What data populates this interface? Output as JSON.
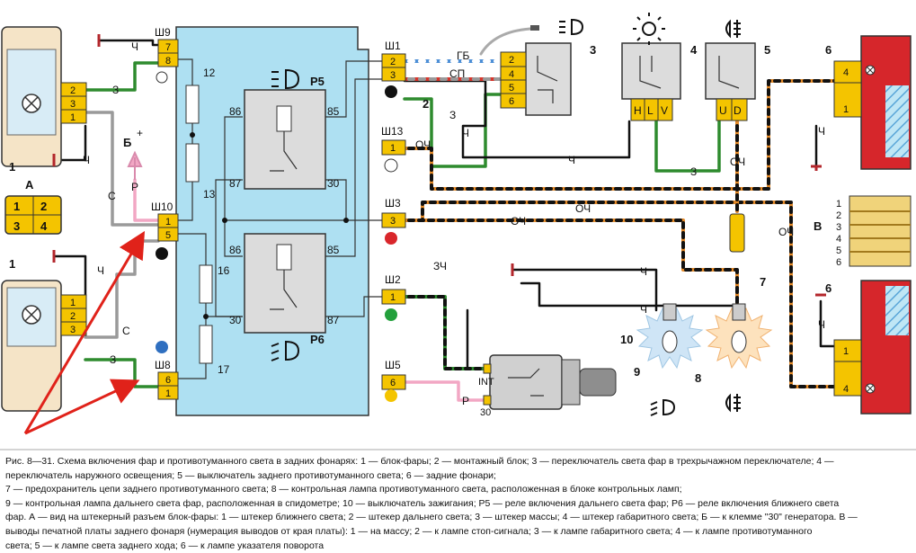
{
  "labels": {
    "callouts": [
      "1",
      "1",
      "2",
      "3",
      "4",
      "5",
      "6",
      "6",
      "7",
      "8",
      "9",
      "10"
    ],
    "view_a": "А",
    "view_b": "В",
    "view_b_pins": [
      "1",
      "2",
      "3",
      "4",
      "5",
      "6"
    ],
    "relay_r5": "Р5",
    "relay_r6": "Р6",
    "connectors": [
      "Ш9",
      "Ш10",
      "Ш8",
      "Ш1",
      "Ш13",
      "Ш3",
      "Ш2",
      "Ш5"
    ],
    "fuses": [
      "12",
      "13",
      "16",
      "17"
    ],
    "relay_pins": [
      "86",
      "85",
      "87",
      "30"
    ],
    "wire_codes": [
      "Ч",
      "З",
      "С",
      "Р",
      "ГБ",
      "СП",
      "ОЧ",
      "ЗЧ"
    ],
    "b_plus": "Б",
    "plus": "+",
    "switch4_pins": [
      "H",
      "L",
      "V"
    ],
    "switch5_pins": [
      "U",
      "D"
    ],
    "ign_pins": [
      "INT",
      "30"
    ],
    "connector_a_pins": [
      "1",
      "2",
      "3",
      "4"
    ]
  },
  "caption": [
    "Рис. 8—31. Схема включения фар и противотуманного света в задних фонарях: 1 — блок-фары; 2 — монтажный блок; 3 — переключатель света фар в трехрычажном переключателе; 4 —",
    "переключатель наружного освещения; 5 — выключатель заднего противотуманного света; 6 — задние фонари;",
    "7 — предохранитель цепи заднего противотуманного света; 8 — контрольная лампа противотуманного света, расположенная в блоке контрольных ламп;",
    "9 — контрольная лампа дальнего света фар, расположенная в спидометре; 10 — выключатель зажигания; Р5 — реле включения дальнего света фар; Р6 — реле включения ближнего света",
    "фар.   А — вид на штекерный разъем блок-фары: 1 — штекер ближнего света; 2 — штекер дальнего света; 3 — штекер массы; 4 — штекер габаритного света; Б — к клемме \"30\" генератора. В —",
    "выводы печатной платы заднего фонаря (нумерация выводов от края платы): 1 — на массу; 2 — к лампе стоп-сигнала; 3 — к лампе габаритного света; 4 — к лампе противотуманного",
    "света; 5 — к лампе света заднего хода; 6 — к лампе указателя поворота"
  ],
  "colors": {
    "mount_block": "#aee0f2",
    "relay": "#dcdcdc",
    "connector": "#f4c400",
    "wire_green": "#2e8b2e",
    "wire_black": "#111111",
    "wire_orange": "#e38a2a",
    "wire_gray": "#9a9a9a",
    "wire_pink": "#f2a7c4",
    "wire_blue": "#4d8fd6",
    "wire_red": "#d6352b",
    "arrow_red": "#e0221a",
    "tail_red": "#d6262b"
  }
}
